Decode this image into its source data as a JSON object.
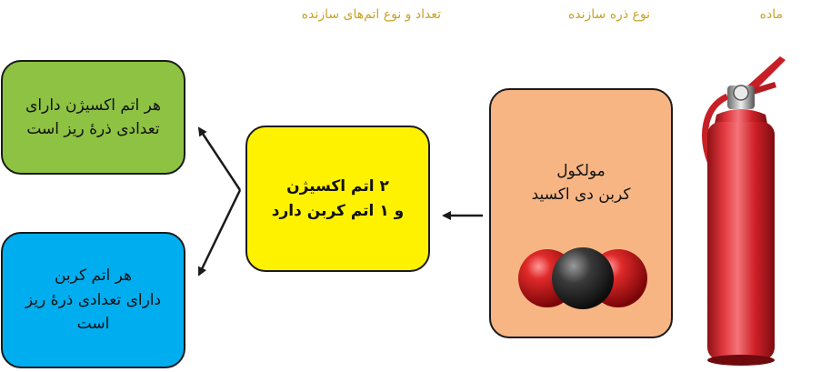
{
  "headers": {
    "matter": "ماده",
    "particle_type": "نوع ذره سازنده",
    "atoms_count_type": "تعداد و نوع اتم‌های سازنده"
  },
  "boxes": {
    "molecule_title": "مولکول",
    "molecule_name": "کربن دی اکسید",
    "atoms_line1": "۲ اتم اکسیژن",
    "atoms_line2": "و ۱ اتم کربن دارد",
    "oxygen_line1": "هر اتم اکسیژن دارای",
    "oxygen_line2": "تعدادی ذرۀ ریز است",
    "carbon_line1": "هر اتم کربن",
    "carbon_line2": "دارای تعدادی ذرۀ ریز",
    "carbon_line3": "است"
  },
  "colors": {
    "header_text": "#c9a22a",
    "green_box": "#8dc242",
    "blue_box": "#00aeef",
    "yellow_box": "#fff200",
    "orange_box": "#f7b583",
    "extinguisher_red": "#d8232a",
    "oxygen_atom": "#d7151b",
    "carbon_atom": "#333333"
  },
  "icons": {
    "extinguisher": "fire-extinguisher-icon",
    "molecule": "co2-molecule-icon"
  }
}
